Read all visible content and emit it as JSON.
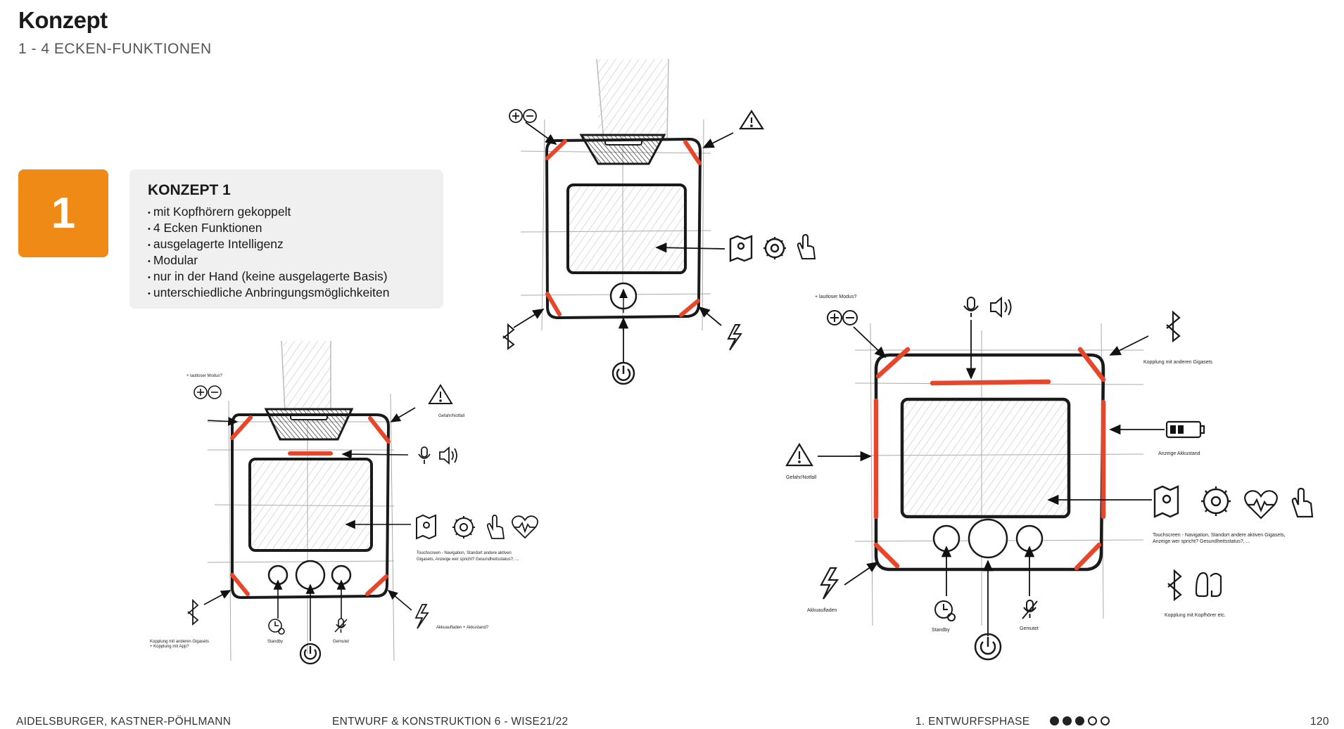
{
  "header": {
    "title": "Konzept",
    "subtitle": "1 - 4 ECKEN-FUNKTIONEN"
  },
  "concept": {
    "number": "1",
    "title": "KONZEPT 1",
    "bullets": [
      "mit Kopfhörern gekoppelt",
      "4 Ecken Funktionen",
      "ausgelagerte Intelligenz",
      "Modular",
      "nur in der Hand (keine ausgelagerte Basis)",
      "unterschiedliche Anbringungsmöglichkeiten"
    ]
  },
  "sketch_left": {
    "label_mode": "+ lautloser Modus?",
    "label_danger": "Gefahr/Notfall",
    "label_touch_1": "Touchscreen - Navigation, Standort andere aktiven",
    "label_touch_2": "Gigasets, Anzeige wer spricht? Gesundheitsstatus?, ...",
    "label_bt_1": "Kopplung mit anderen Gigasets",
    "label_bt_2": "+ Kopplung mit App?",
    "label_standby": "Standby",
    "label_muted": "Gemutet",
    "label_charge": "Akkuaufladen + Akkustand?"
  },
  "sketch_right": {
    "label_mode": "+ lautloser Modus?",
    "label_bt": "Kopplung mit anderen Gigasets",
    "label_battery": "Anzeige Akkustand",
    "label_danger": "Gefahr/Notfall",
    "label_touch_1": "Touchscreen - Navigation, Standort andere aktiven Gigasets,",
    "label_touch_2": "Anzeige wer spricht? Gesundheitsstatus?, ...",
    "label_headphones": "Kopplung mit Kopfhörer etc.",
    "label_charge": "Akkuaufladen",
    "label_standby": "Standby",
    "label_muted": "Gemutet"
  },
  "colors": {
    "accent": "#ef8a17",
    "highlight": "#e8462a",
    "sketch": "#222222",
    "card": "#f0f0f0"
  },
  "footer": {
    "authors": "AIDELSBURGER, KASTNER-PÖHLMANN",
    "course": "ENTWURF & KONSTRUKTION 6 - WISE21/22",
    "phase": "1. ENTWURFSPHASE",
    "progress_filled": 3,
    "progress_total": 5,
    "page": "120"
  }
}
